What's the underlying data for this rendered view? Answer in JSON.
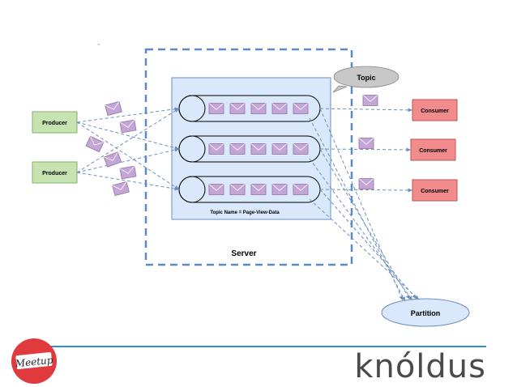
{
  "diagram": {
    "producers": [
      "Producer",
      "Producer"
    ],
    "consumers": [
      "Consumer",
      "Consumer",
      "Consumer"
    ],
    "topic_label": "Topic",
    "topic_name": "Topic Name = Page-View-Data",
    "server_label": "Server",
    "partition_label": "Partition",
    "messages_per_partition": 5
  },
  "footer": {
    "meetup_logo": "Meetup",
    "brand": "knóldus"
  },
  "colors": {
    "producer_fill": "#c6e3b1",
    "producer_stroke": "#82b366",
    "consumer_fill": "#f28c8c",
    "consumer_stroke": "#b85450",
    "topic_fill": "#dae8fc",
    "topic_stroke": "#6c8ebf",
    "message_fill": "#c3a5d6",
    "message_stroke": "#9673a6",
    "arrow": "#6c8ebf",
    "server_border": "#5b8bc4",
    "partition_fill": "#dae8fc",
    "meetup_red": "#e0393e",
    "footer_line": "#2f8fd0",
    "brand_text": "#4a4a4a"
  }
}
